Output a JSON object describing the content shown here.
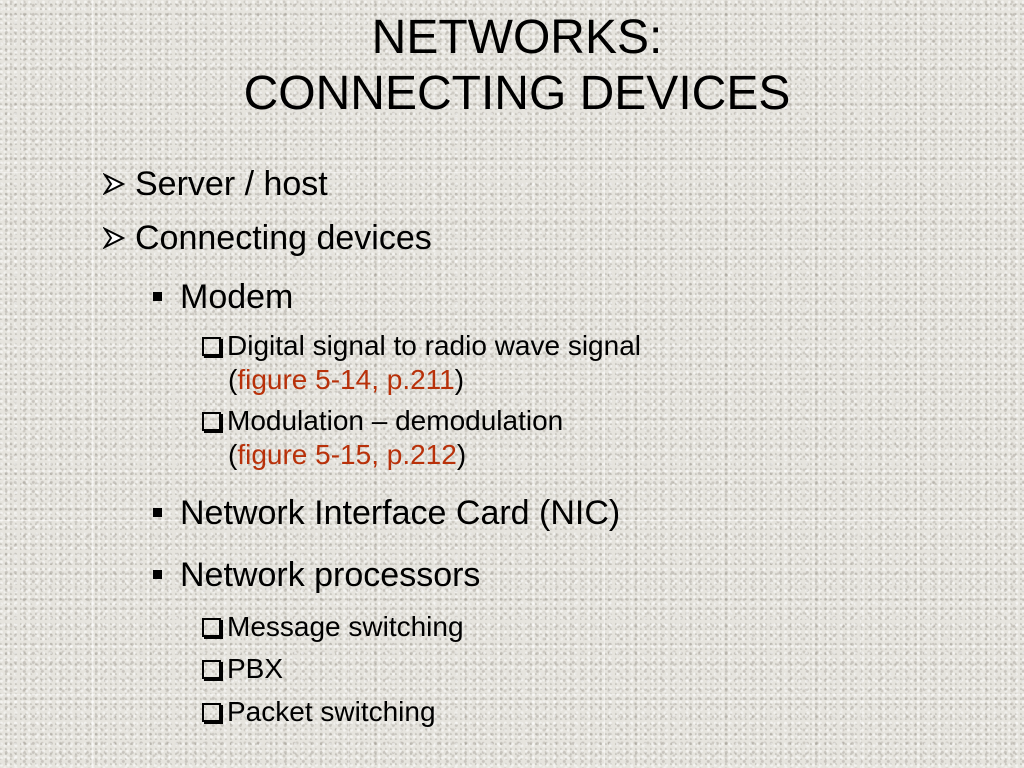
{
  "title": {
    "line1": "NETWORKS:",
    "line2": "CONNECTING DEVICES"
  },
  "bullets": [
    {
      "text": "Server / host"
    },
    {
      "text": "Connecting devices"
    }
  ],
  "modem": {
    "label": "Modem",
    "items": [
      {
        "text": "Digital signal to radio wave signal",
        "open": "(",
        "ref": "figure 5-14, p.211",
        "close": ")"
      },
      {
        "text": "Modulation – demodulation",
        "open": "(",
        "ref": "figure 5-15, p.212",
        "close": ")"
      }
    ]
  },
  "nic": {
    "label": "Network Interface Card (NIC)"
  },
  "processors": {
    "label": "Network processors",
    "items": [
      {
        "text": "Message switching"
      },
      {
        "text": "PBX"
      },
      {
        "text": "Packet switching"
      }
    ]
  },
  "colors": {
    "reference": "#b8310a",
    "text": "#000000"
  },
  "icons": {
    "level1": "arrowhead-bullet-icon",
    "level2": "square-bullet-icon",
    "level3": "shadowed-box-bullet-icon"
  }
}
